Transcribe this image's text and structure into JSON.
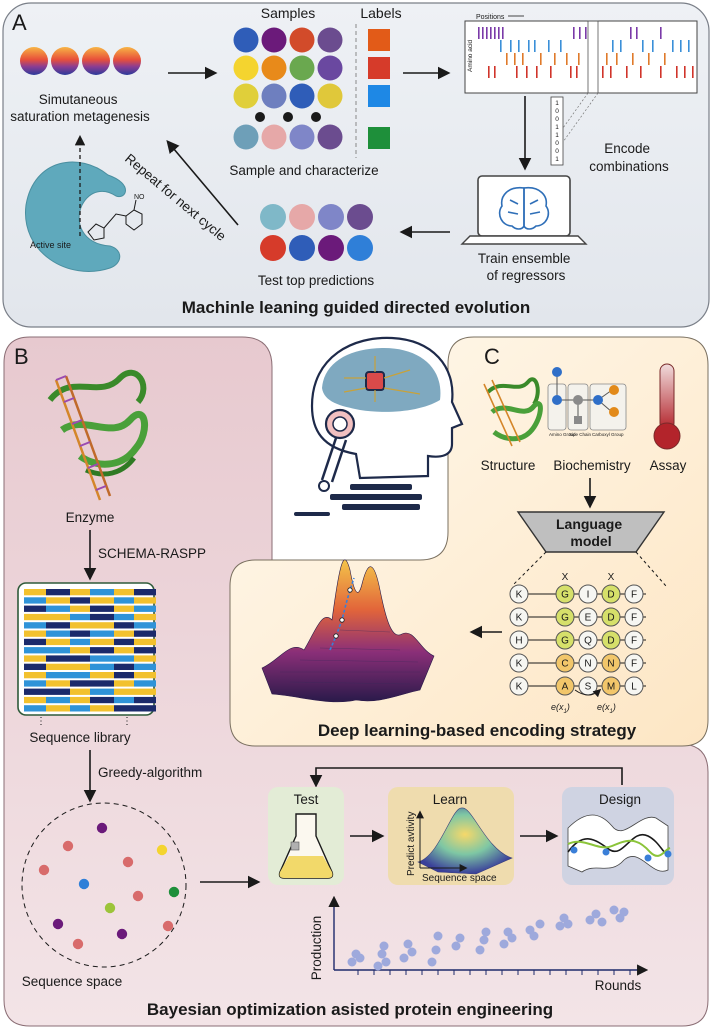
{
  "panel_a": {
    "letter": "A",
    "step_mutagenesis": [
      "Simutaneous",
      "saturation metagenesis"
    ],
    "samples_header": "Samples",
    "labels_header": "Labels",
    "positions_label": "Positions",
    "amino_acid_label": "Amino acid",
    "step_sample": "Sample and characterize",
    "step_encode": [
      "Encode",
      "combinations"
    ],
    "step_train": [
      "Train ensemble",
      "of regressors"
    ],
    "step_test": "Test top predictions",
    "repeat_label": "Repeat for next cycle",
    "active_site_label": "Active site",
    "no2_label": "NO",
    "title": "Machinle leaning guided directed evolution",
    "encoding_digits": "1 0 0 1 1 0 0 1",
    "sample_colors": [
      "#2f5db8",
      "#6b1a7a",
      "#d24b2a",
      "#6b4c8f",
      "#f4d42f",
      "#e88a1a",
      "#6aa84f",
      "#6a48a0",
      "#e0cf3a",
      "#6e7fbf",
      "#2f5db8",
      "#e0c83a",
      "#6e9fb8",
      "#e6a8a8",
      "#7f86c8",
      "#6b4c8f"
    ],
    "label_colors": [
      "#e25b18",
      "#d63b2a",
      "#1e88e5",
      "#1e8f3a"
    ],
    "test_colors": [
      "#7fb8c8",
      "#e6a8a8",
      "#7f86c8",
      "#6b4c8f",
      "#d63b2a",
      "#2f5db8",
      "#6b1a7a",
      "#2f7fd8"
    ]
  },
  "panel_b": {
    "letter": "B",
    "enzyme_label": "Enzyme",
    "schema_label": "SCHEMA-RASPP",
    "library_label": "Sequence library",
    "greedy_label": "Greedy-algorithm",
    "sequence_space_label": "Sequence space",
    "test_label": "Test",
    "learn_label": "Learn",
    "design_label": "Design",
    "predict_activity_label": "Predict avtivity",
    "learn_sequence_space_label": "Sequence space",
    "production_label": "Production",
    "rounds_label": "Rounds",
    "title": "Bayesian optimization asisted protein engineering",
    "library_colors": [
      "#f2c12e",
      "#1b2a6b",
      "#2f93d8"
    ],
    "dot_colors": [
      "#d86b6b",
      "#6b1a7a",
      "#2f7fd8",
      "#1e8f3a",
      "#f4d42f",
      "#9cc43a",
      "#c0506a"
    ]
  },
  "panel_c": {
    "letter": "C",
    "structure_label": "Structure",
    "biochemistry_label": "Biochemistry",
    "assay_label": "Assay",
    "amino_group_label": "Amino Group",
    "side_chain_label": "Side Chain",
    "carboxyl_group_label": "Carboxyl Group",
    "language_model_label": [
      "Language",
      "model"
    ],
    "x_marker": "X",
    "encoding_symbol": "e(x",
    "title": "Deep learning-based encoding strategy",
    "residue_grid": [
      [
        "K",
        "G",
        "I",
        "D",
        "F"
      ],
      [
        "K",
        "G",
        "E",
        "D",
        "F"
      ],
      [
        "H",
        "G",
        "Q",
        "D",
        "F"
      ],
      [
        "K",
        "C",
        "N",
        "N",
        "F"
      ],
      [
        "K",
        "A",
        "S",
        "M",
        "L"
      ]
    ]
  }
}
